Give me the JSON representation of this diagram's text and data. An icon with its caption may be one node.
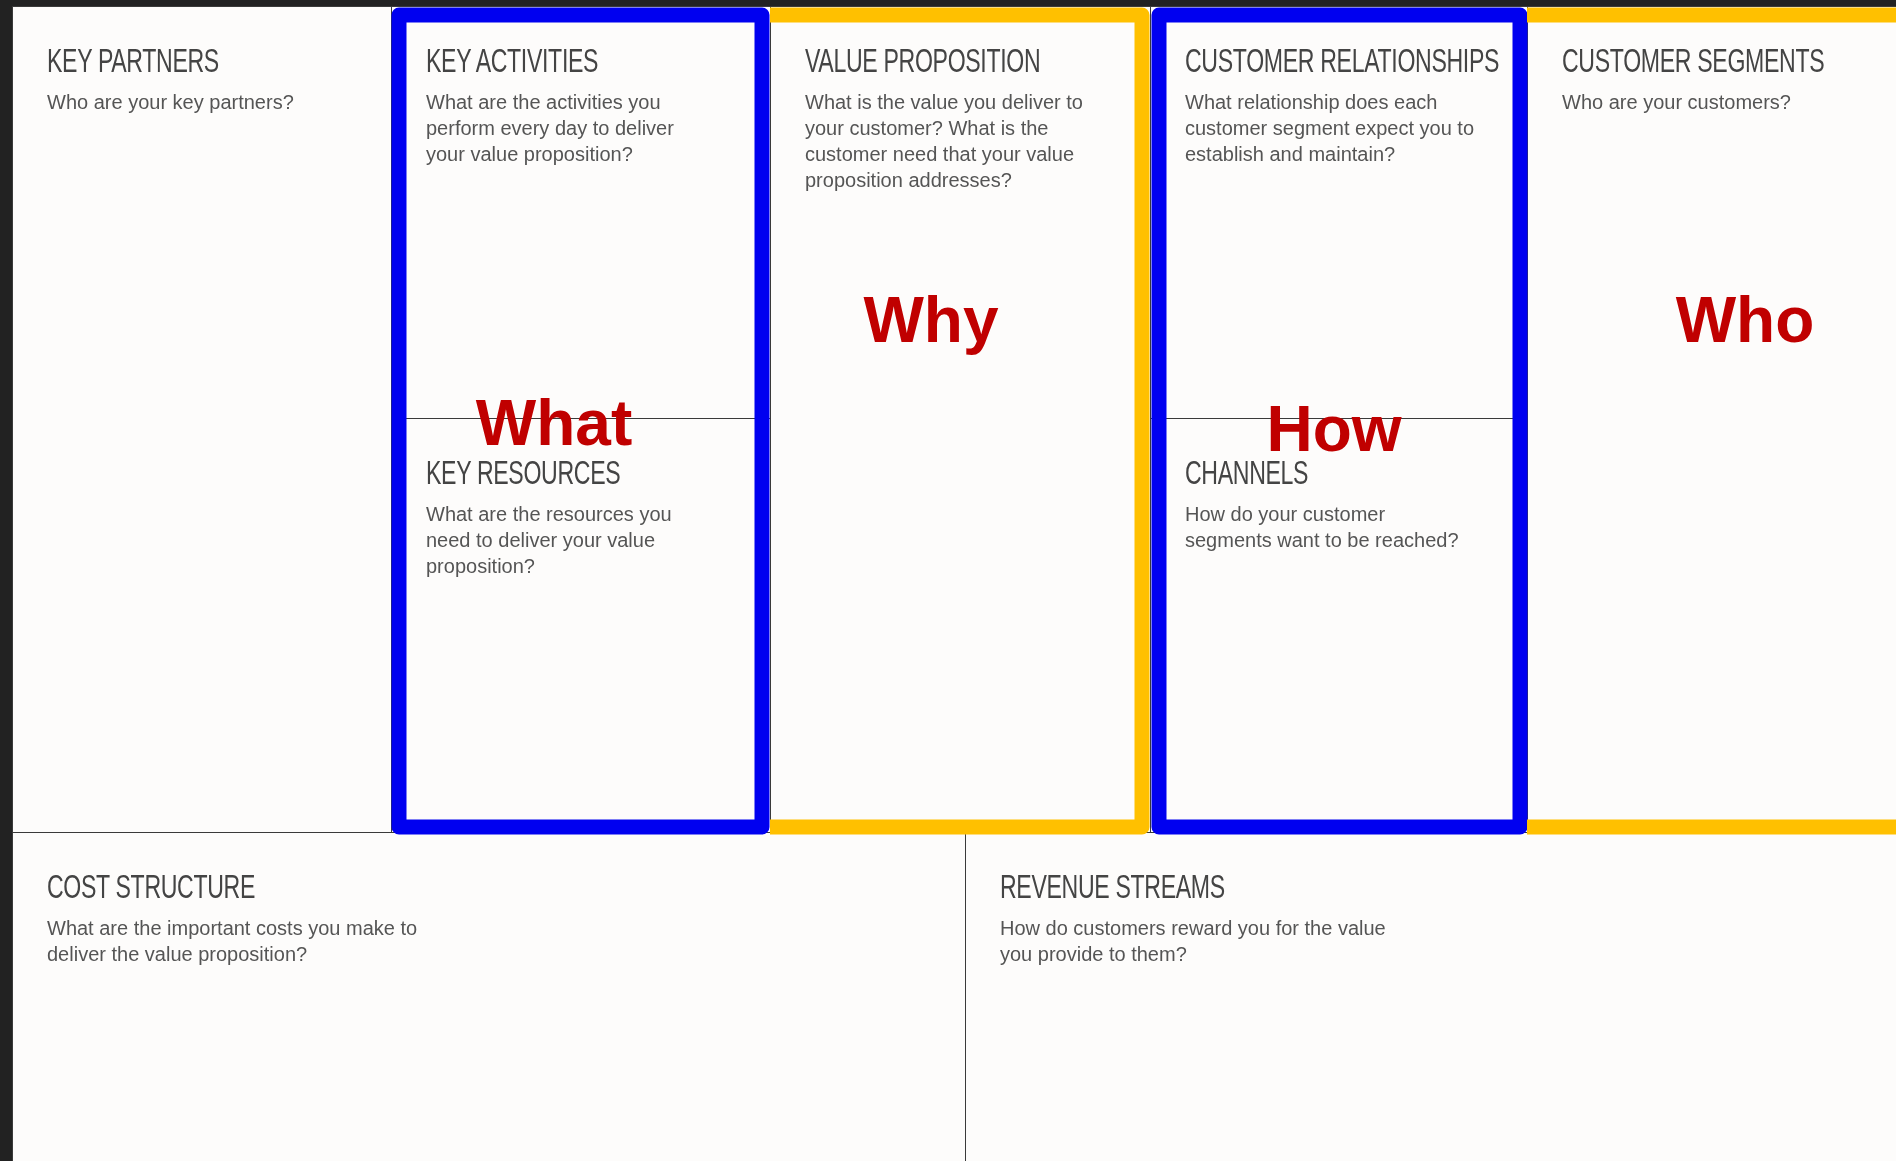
{
  "diagram": {
    "nodes": [
      {
        "text": [
          "KEY PARTNERS",
          "Who are your key partners?"
        ]
      },
      {
        "text": [
          "KEY ACTIVITIES",
          "What are the activities you perform every day to deliver your value proposition?"
        ]
      },
      {
        "text": [
          "KEY RESOURCES",
          "What are the resources you need to deliver your value proposition?"
        ]
      },
      {
        "text": [
          "VALUE PROPOSITION",
          "What is the value you deliver to your customer? What is the customer need that your value proposition addresses?"
        ]
      },
      {
        "text": [
          "CUSTOMER RELATIONSHIPS",
          "What relationship does each customer segment expect you to establish and maintain?"
        ]
      },
      {
        "text": [
          "CHANNELS",
          "How do your customer segments want to be reached?"
        ]
      },
      {
        "text": [
          "CUSTOMER SEGMENTS",
          "Who are your customers?"
        ]
      },
      {
        "text": [
          "COST STRUCTURE",
          "What are the important costs you make to deliver the value proposition?"
        ]
      },
      {
        "text": [
          "REVENUE STREAMS",
          "How do customers reward you for the value you provide to them?"
        ]
      }
    ],
    "labels": [
      "Why",
      "Who",
      "What",
      "How"
    ]
  }
}
